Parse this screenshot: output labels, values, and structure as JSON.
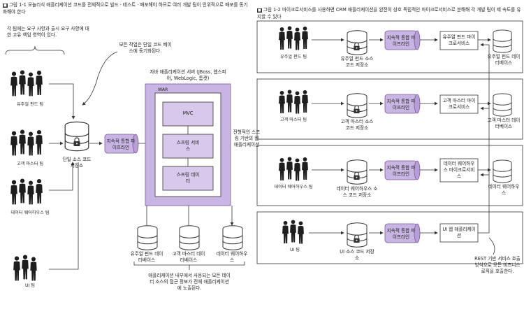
{
  "fig1": {
    "caption": "그림 1-1 모놀리식 애플리케이션 코드를 전체적으로 빌드 · 테스트 · 배포해야 하므로 여러 개발 팀이 인위적으로 배포를 동기화해야 한다",
    "note_teams": "각 팀에는 요구 사항과 출시 요구 사항에 대한 고유 책임 영역이 있다.",
    "note_sync": "모든 작업은 단일 코드 베이스에 동기화된다.",
    "teams": [
      "유주얼 펀드 팀",
      "고객 마스터 팀",
      "데이터 웨어하우스 팀",
      "UI 팀"
    ],
    "repo": "단일 소스 코드 저장소",
    "pipeline": "지속적 통합 파이프라인",
    "server": "자바 애플리케이션 서버 (JBoss, 웹스피어, WebLogic, 톰캣)",
    "war": "WAR",
    "modules": [
      "MVC",
      "스프링 서비스",
      "스프링 데이터"
    ],
    "typical": "전형적인 스프링 기반의 웹 애플리케이션",
    "databases": [
      "유주얼 펀드 데이터베이스",
      "고객 마스터 데이터베이스",
      "데이터 웨어하우스"
    ],
    "note_data": "애플리케이션 내부에서 사용되는 모든 데이터 소스의 접근 정보가 전체 애플리케이션에 노출된다."
  },
  "fig2": {
    "caption": "그림 1-2 마이크로서비스를 사용하면 CRM 애플리케이션을 완전히 상호 독립적인 마이크로서비스로 분해해 각 개발 팀이 제 속도를 유지할 수 있다",
    "rows": [
      {
        "team": "유주얼 펀드 팀",
        "repo": "유주얼 펀드 소스 코드 저장소",
        "pipeline": "지속적 통합 파이프라인",
        "service": "유주얼 펀드 마이크로서비스",
        "db": "유주얼 펀드 데이터베이스"
      },
      {
        "team": "고객 마스터 팀",
        "repo": "고객 마스터 소스 코드 저장소",
        "pipeline": "지속적 통합 파이프라인",
        "service": "고객 마스터 마이크로서비스",
        "db": "고객 마스터 데이터베이스"
      },
      {
        "team": "데이터 웨어하우스 팀",
        "repo": "데이터 웨어하우스 소스 코드 저장소",
        "pipeline": "지속적 통합 파이프라인",
        "service": "데이터 웨어하우스 마이크로서비스",
        "db": "데이터 웨어하우스"
      },
      {
        "team": "UI 팀",
        "repo": "UI 소스 코드 저장소",
        "pipeline": "지속적 통합 파이프라인",
        "service": "UI 웹 애플리케이션",
        "db": ""
      }
    ],
    "note_rest": "REST 기반 서비스 호출 방식으로 모든 비즈니스 로직을 호출한다."
  },
  "colors": {
    "purple": "#c9b5e3",
    "purple_border": "#7a5a9e",
    "line": "#333333",
    "person": "#1e1e1e"
  }
}
